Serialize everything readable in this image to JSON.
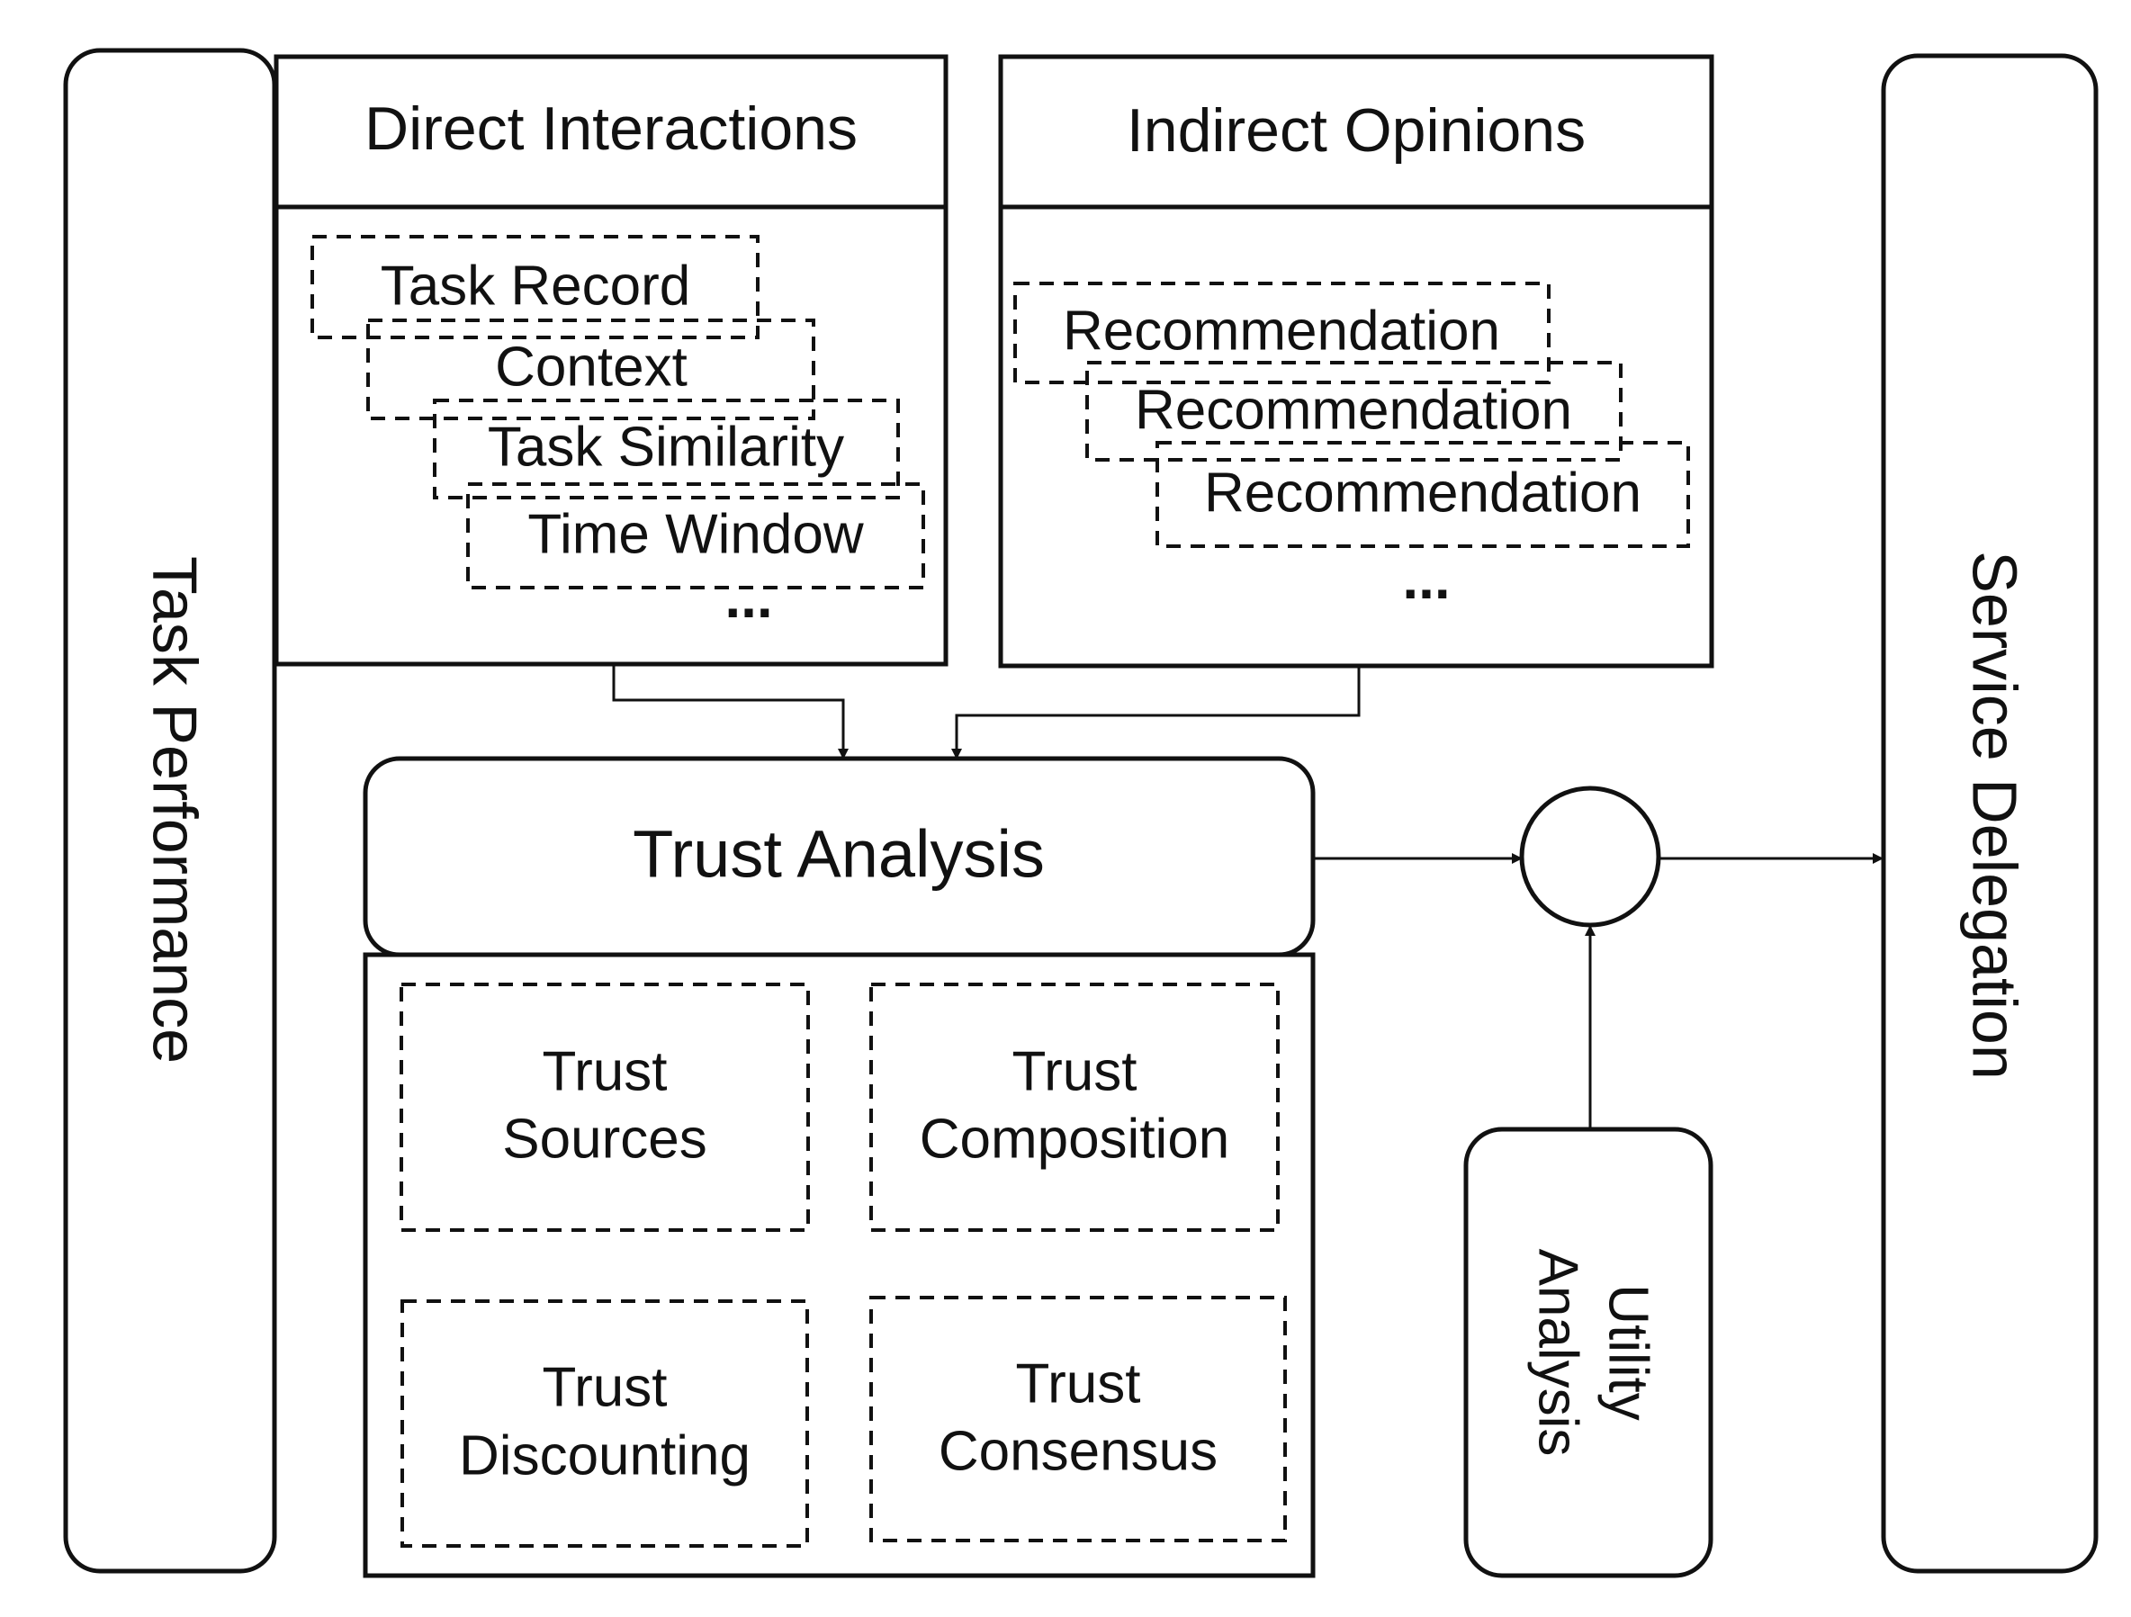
{
  "colors": {
    "side_panel_fill": "#e2eedc",
    "analysis_fill": "#dce3f3",
    "header_fill": "#f2f2f2",
    "stroke": "#111111"
  },
  "left_panel": {
    "label": "Task Performance"
  },
  "right_panel": {
    "label": "Service Delegation"
  },
  "direct_interactions": {
    "title": "Direct Interactions",
    "items": [
      "Task Record",
      "Context",
      "Task Similarity",
      "Time Window"
    ],
    "ellipsis": "..."
  },
  "indirect_opinions": {
    "title": "Indirect Opinions",
    "items": [
      "Recommendation",
      "Recommendation",
      "Recommendation"
    ],
    "ellipsis": "..."
  },
  "trust_analysis": {
    "title": "Trust Analysis",
    "components": [
      {
        "line1": "Trust",
        "line2": "Sources"
      },
      {
        "line1": "Trust",
        "line2": "Composition"
      },
      {
        "line1": "Trust",
        "line2": "Discounting"
      },
      {
        "line1": "Trust",
        "line2": "Consensus"
      }
    ]
  },
  "utility_analysis": {
    "line1": "Utility",
    "line2": "Analysis"
  }
}
